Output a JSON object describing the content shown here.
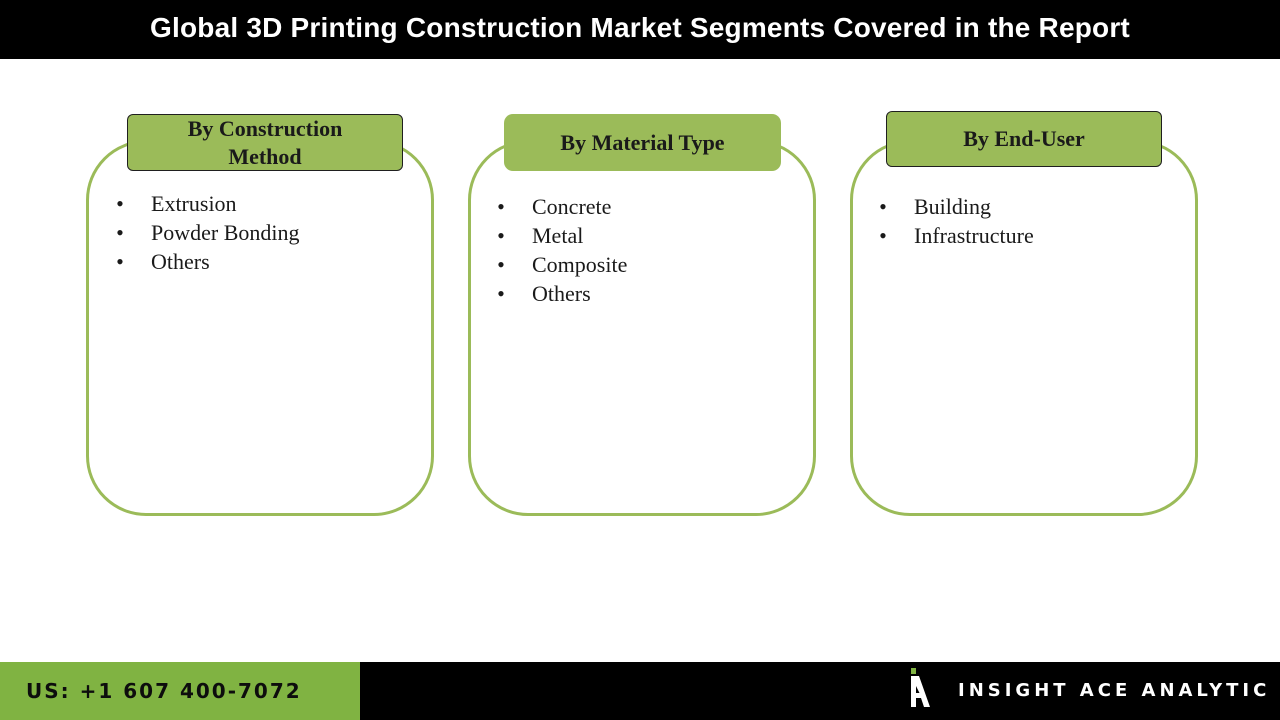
{
  "header": {
    "title": "Global 3D Printing Construction Market Segments Covered in the Report"
  },
  "panels": [
    {
      "title_line1": "By Construction",
      "title_line2": "Method",
      "items": [
        "Extrusion",
        "Powder Bonding",
        "Others"
      ]
    },
    {
      "title": "By Material Type",
      "items": [
        "Concrete",
        "Metal",
        "Composite",
        "Others"
      ]
    },
    {
      "title": "By End-User",
      "items": [
        "Building",
        "Infrastructure"
      ]
    }
  ],
  "bullet_char": "•",
  "footer": {
    "phone": "US: +1 607 400-7072",
    "brand": "INSIGHT ACE ANALYTIC",
    "logo_icon": "insight-ace-logo-icon"
  },
  "colors": {
    "title_bar": "#000000",
    "accent_green": "#9bbb59",
    "footer_green": "#80b342",
    "footer_black": "#000000"
  }
}
